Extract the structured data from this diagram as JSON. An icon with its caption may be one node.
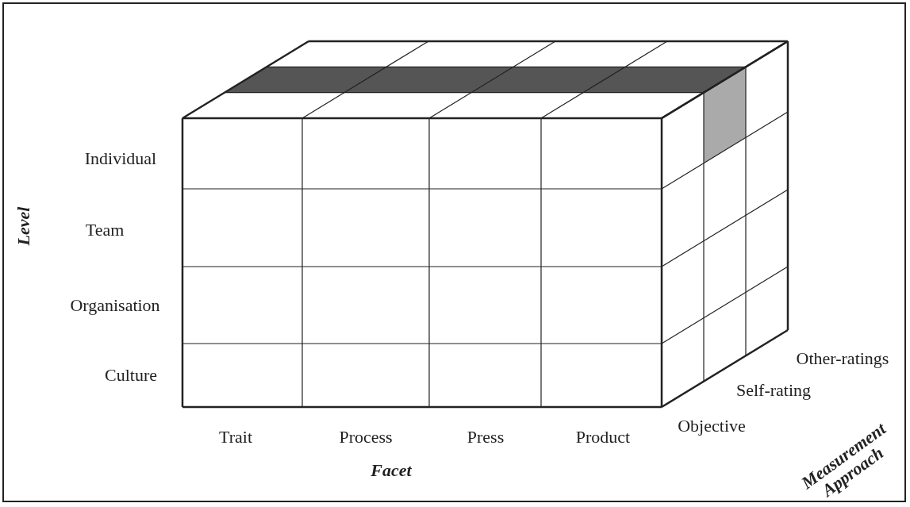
{
  "diagram": {
    "labels": [
      "Level",
      "Individual",
      "Team",
      "Organisation",
      "Culture",
      "Trait",
      "Process",
      "Press",
      "Product",
      "Objective",
      "Self-rating",
      "Other-ratings",
      "Facet",
      "Measurement Approach"
    ]
  }
}
